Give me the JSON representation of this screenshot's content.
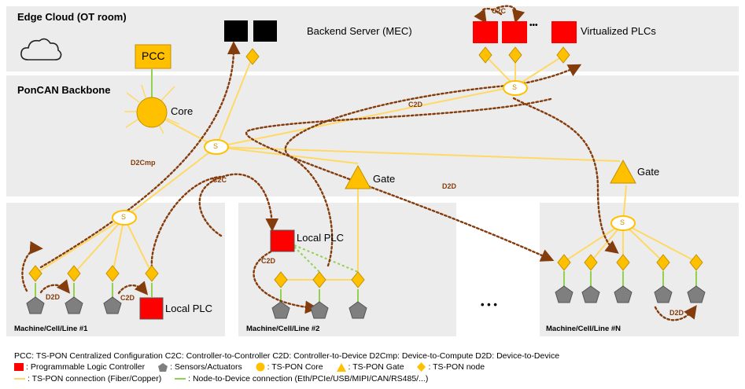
{
  "regions": {
    "edge_cloud": "Edge Cloud (OT room)",
    "backbone": "PonCAN Backbone",
    "machine1": "Machine/Cell/Line  #1",
    "machine2": "Machine/Cell/Line  #2",
    "machineN": "Machine/Cell/Line  #N"
  },
  "nodes": {
    "pcc": "PCC",
    "core": "Core",
    "backend_server": "Backend Server (MEC)",
    "virtualized_plcs": "Virtualized PLCs",
    "ellipsis_plcs": "•••",
    "gate": "Gate",
    "local_plc": "Local PLC",
    "splitter": "S",
    "machines_ellipsis": "• • •"
  },
  "flow_labels": {
    "c2c": "C2C",
    "c2d": "C2D",
    "d2d": "D2D",
    "d2cmp": "D2Cmp"
  },
  "legend": {
    "line1": "PCC: TS-PON Centralized  Configuration    C2C: Controller-to-Controller     C2D: Controller-to-Device     D2Cmp: Device-to-Compute    D2D: Device-to-Device",
    "plc": ": Programmable Logic Controller",
    "sensor": ": Sensors/Actuators",
    "core": ": TS-PON Core",
    "gate": ": TS-PON Gate",
    "node": ": TS-PON node",
    "fiber": ": TS-PON connection  (Fiber/Copper)",
    "device_conn": ": Node-to-Device  connection  (Eth/PCIe/USB/MIPI/CAN/RS485/...)"
  },
  "colors": {
    "region_bg": "#ececec",
    "fiber": "#ffd966",
    "device_link": "#92d050",
    "flow_arrow": "#843c0c",
    "plc_red": "#ff0000",
    "node_orange": "#ffc000",
    "sensor_gray": "#7f7f7f",
    "pcc_yellow": "#ffc000"
  }
}
